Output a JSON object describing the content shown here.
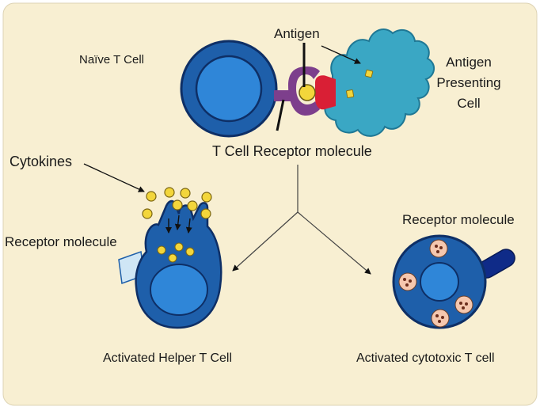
{
  "diagram": {
    "colors": {
      "panel": "#f8efd2",
      "cell_dark": "#1e5faa",
      "cell_light": "#2f86d8",
      "apc": "#3aa7c4",
      "receptor": "#7d3f8c",
      "antigen_yellow": "#f3d63b",
      "red_molecule": "#d91f35",
      "granule": "#f5c7ae"
    },
    "labels": {
      "naive": "Naïve T Cell",
      "antigen": "Antigen",
      "apc_line1": "Antigen",
      "apc_line2": "Presenting",
      "apc_line3": "Cell",
      "tcr": "T Cell Receptor molecule",
      "cytokines": "Cytokines",
      "receptor_left": "Receptor molecule",
      "receptor_right": "Receptor molecule",
      "helper": "Activated Helper T Cell",
      "cytotoxic": "Activated cytotoxic T cell"
    }
  }
}
